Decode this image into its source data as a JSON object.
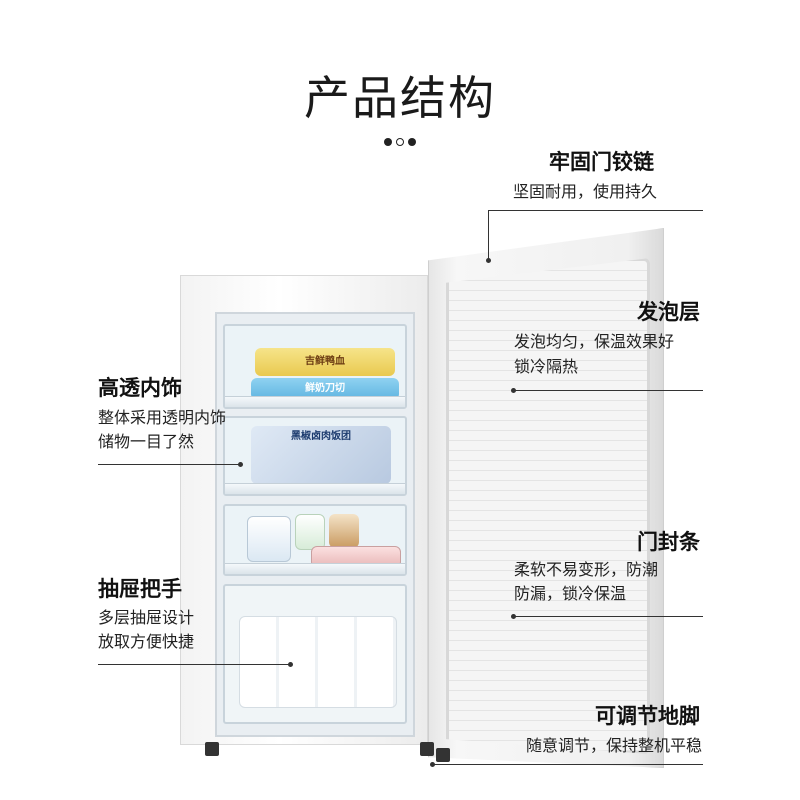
{
  "page": {
    "title": "产品结构"
  },
  "features": {
    "hinge": {
      "title": "牢固门铰链",
      "desc": [
        "坚固耐用，使用持久"
      ]
    },
    "foam": {
      "title": "发泡层",
      "desc": [
        "发泡均匀，保温效果好",
        "锁冷隔热"
      ]
    },
    "liner": {
      "title": "高透内饰",
      "desc": [
        "整体采用透明内饰",
        "储物一目了然"
      ]
    },
    "seal": {
      "title": "门封条",
      "desc": [
        "柔软不易变形，防潮",
        "防漏，锁冷保温"
      ]
    },
    "drawer": {
      "title": "抽屉把手",
      "desc": [
        "多层抽屉设计",
        "放取方便快捷"
      ]
    },
    "feet": {
      "title": "可调节地脚",
      "desc": [
        "随意调节，保持整机平稳"
      ]
    }
  },
  "packages": {
    "p1": "吉鲜鸭血",
    "p2": "鲜奶刀切",
    "p3": "黑椒卤肉饭团"
  },
  "icons": [
    "carousel-dot-icon"
  ],
  "colors": {
    "text": "#222222",
    "line": "#333333",
    "background": "#ffffff"
  }
}
